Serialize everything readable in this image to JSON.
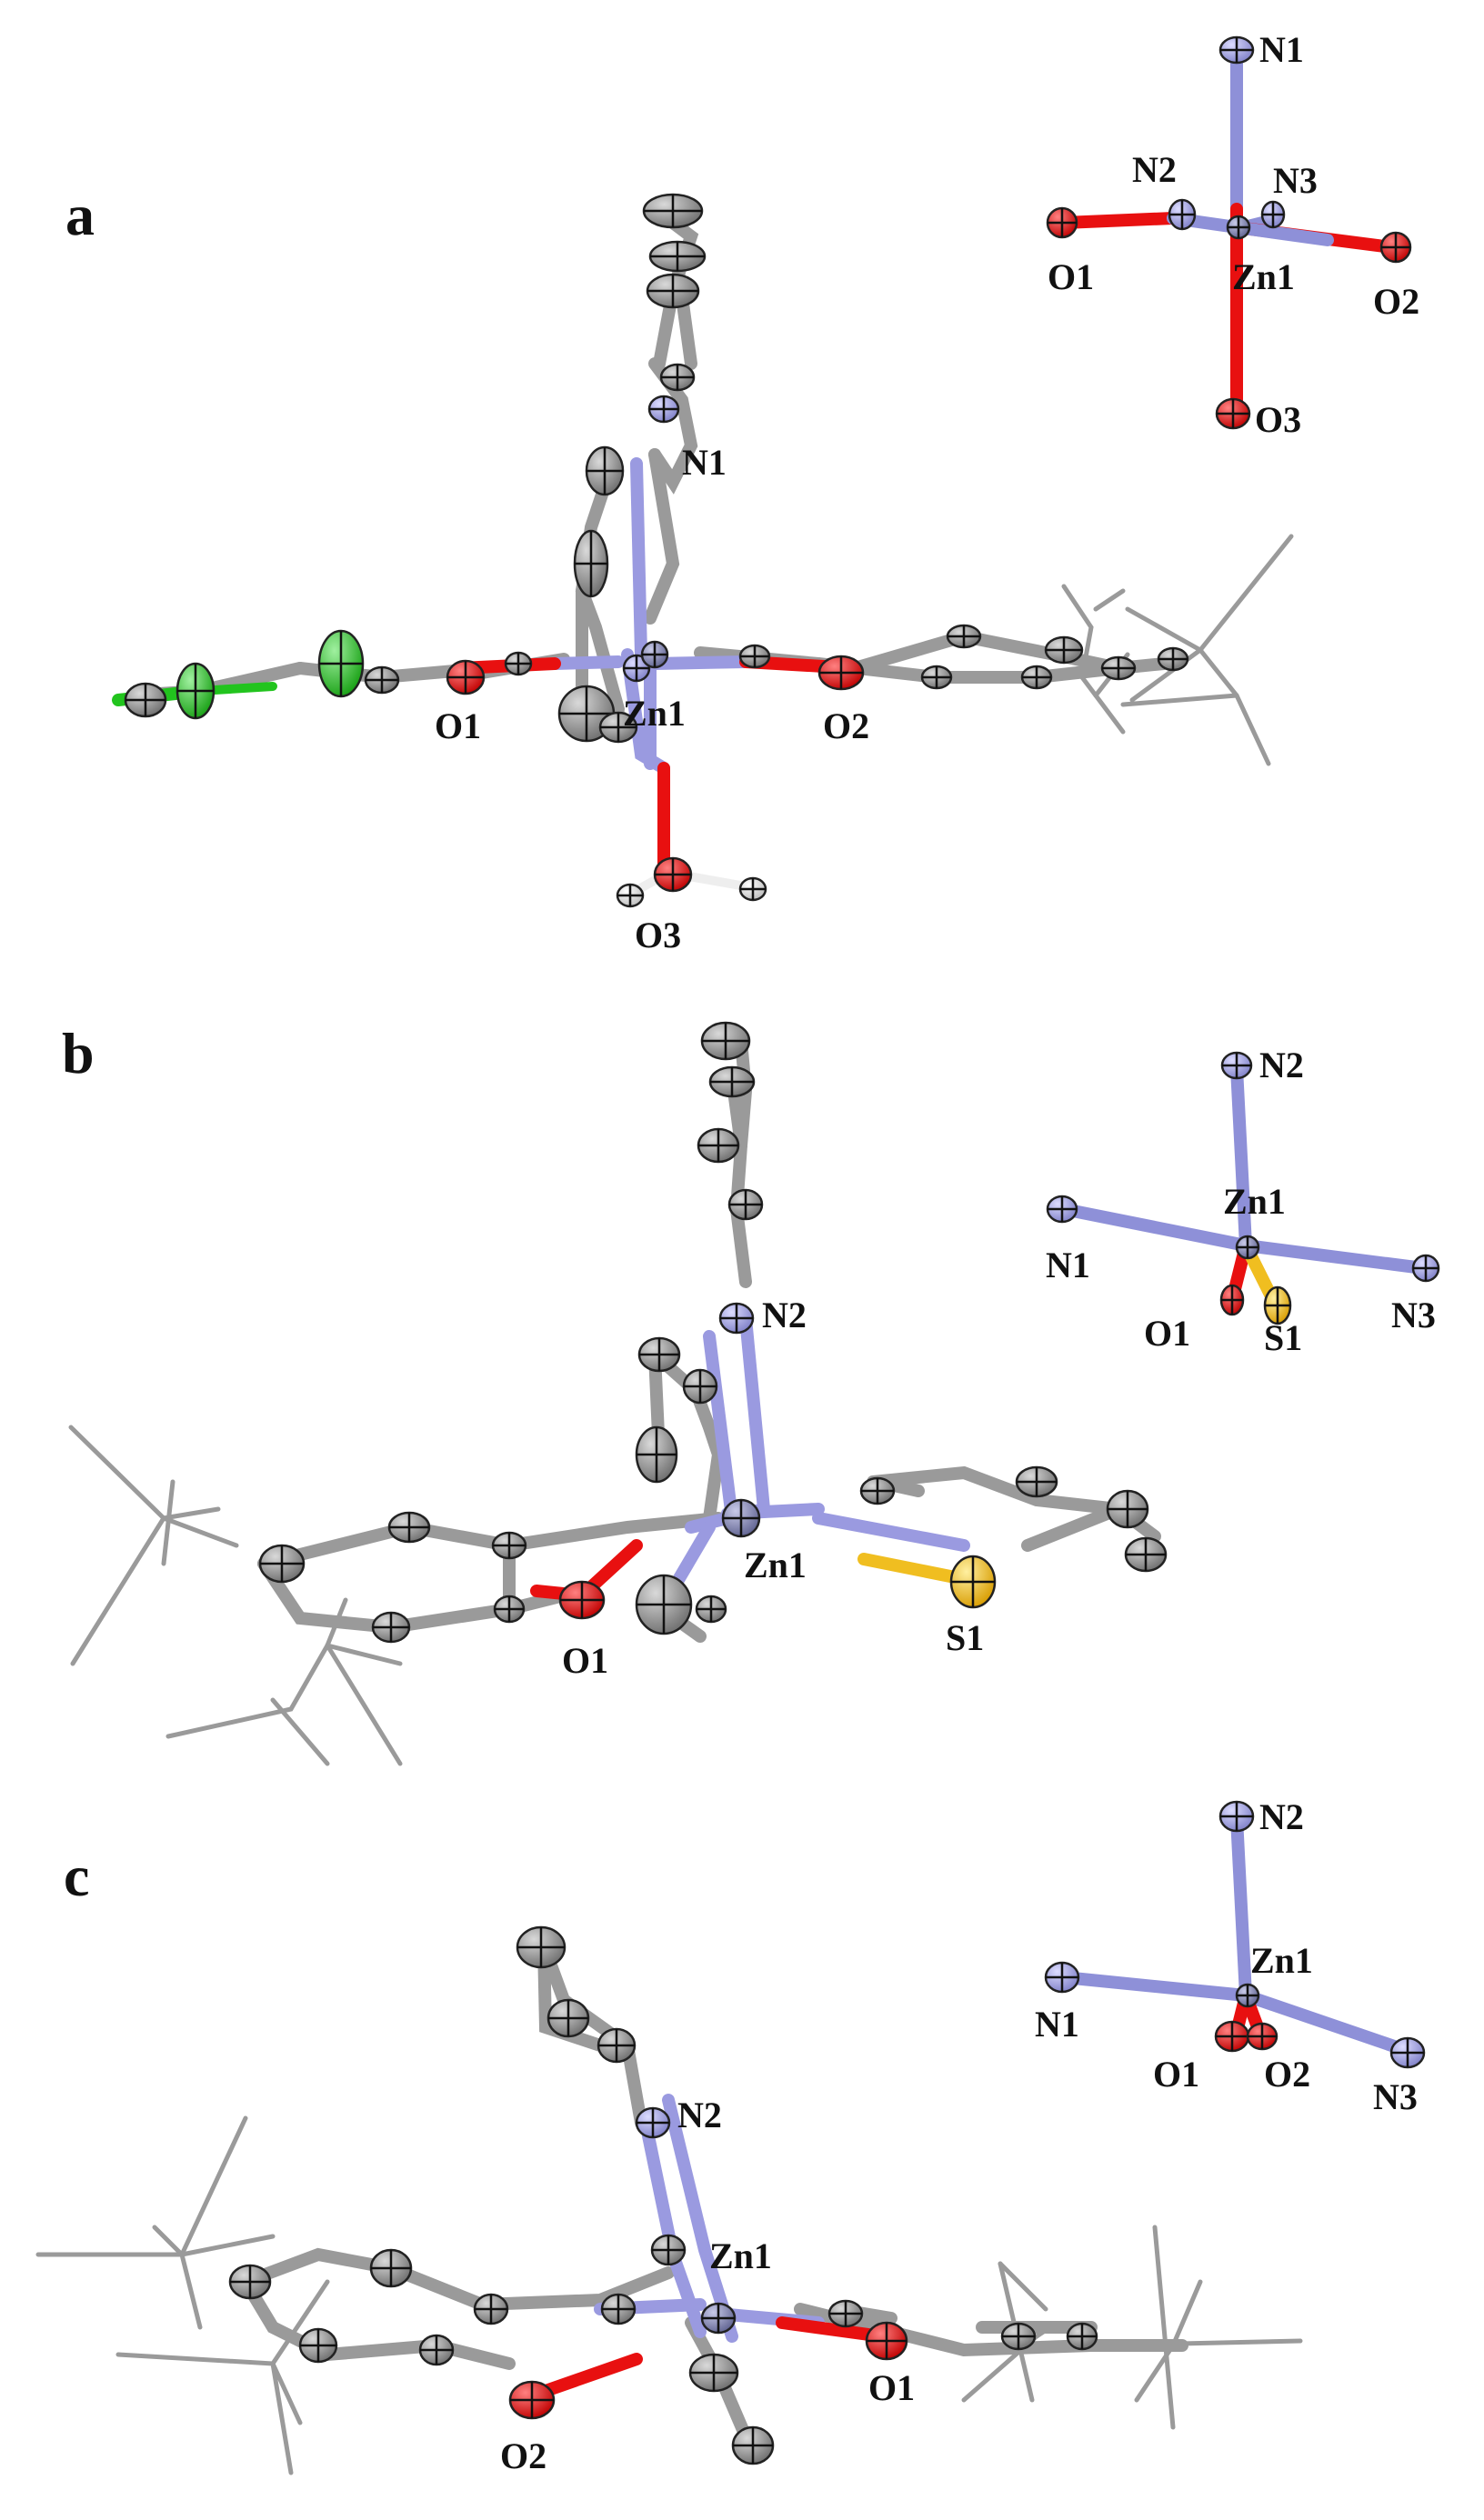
{
  "panels": [
    {
      "id": "a",
      "label": "a",
      "atoms": [
        "N1",
        "O1",
        "Zn1",
        "O2",
        "O3"
      ],
      "inset_atoms": [
        "N1",
        "N2",
        "N3",
        "O1",
        "Zn1",
        "O2",
        "O3"
      ]
    },
    {
      "id": "b",
      "label": "b",
      "atoms": [
        "N2",
        "Zn1",
        "O1",
        "S1"
      ],
      "inset_atoms": [
        "N2",
        "Zn1",
        "N1",
        "N3",
        "O1",
        "S1"
      ]
    },
    {
      "id": "c",
      "label": "c",
      "atoms": [
        "N2",
        "Zn1",
        "O2",
        "O1"
      ],
      "inset_atoms": [
        "N2",
        "Zn1",
        "N1",
        "O1",
        "O2",
        "N3"
      ]
    }
  ],
  "colors": {
    "carbon": "#8c8c8c",
    "carbon_bond": "#9a9a9a",
    "nitrogen": "#9fa0e0",
    "nitrogen_bond": "#8e90d8",
    "oxygen": "#e01010",
    "oxygen_bond": "#e81010",
    "chlorine": "#22c41e",
    "sulfur": "#f0be20",
    "hydrogen": "#f2f2f2",
    "zinc": "#8f92b8",
    "label": "#111111"
  }
}
